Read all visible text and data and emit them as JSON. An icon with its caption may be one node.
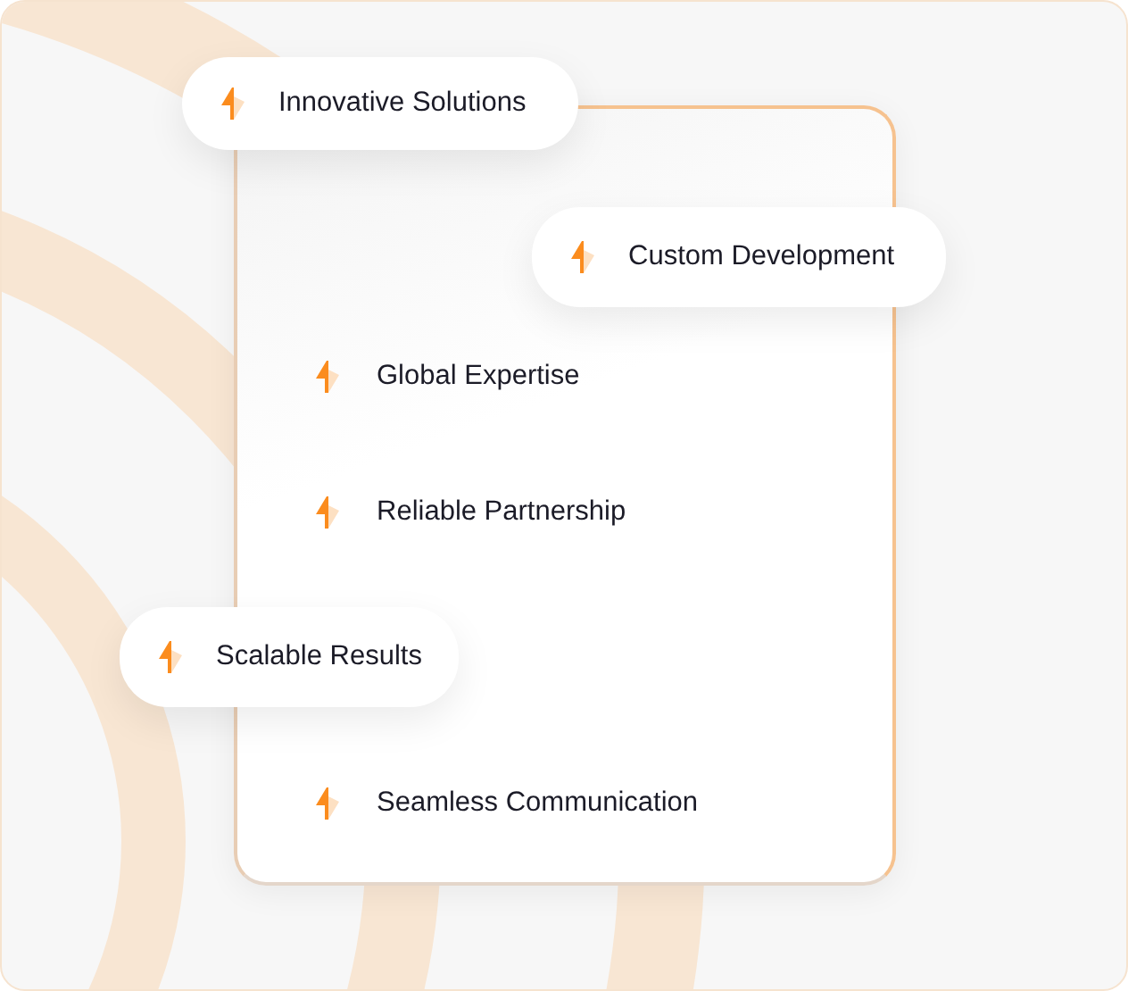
{
  "diagram": {
    "nodes": [
      {
        "text": [
          "Innovative Solutions"
        ]
      },
      {
        "text": [
          "Global Expertise",
          "Reliable Partnership",
          "Seamless Communication"
        ]
      },
      {
        "text": [
          "Custom Development"
        ]
      },
      {
        "text": [
          "Scalable Results"
        ]
      }
    ]
  }
}
